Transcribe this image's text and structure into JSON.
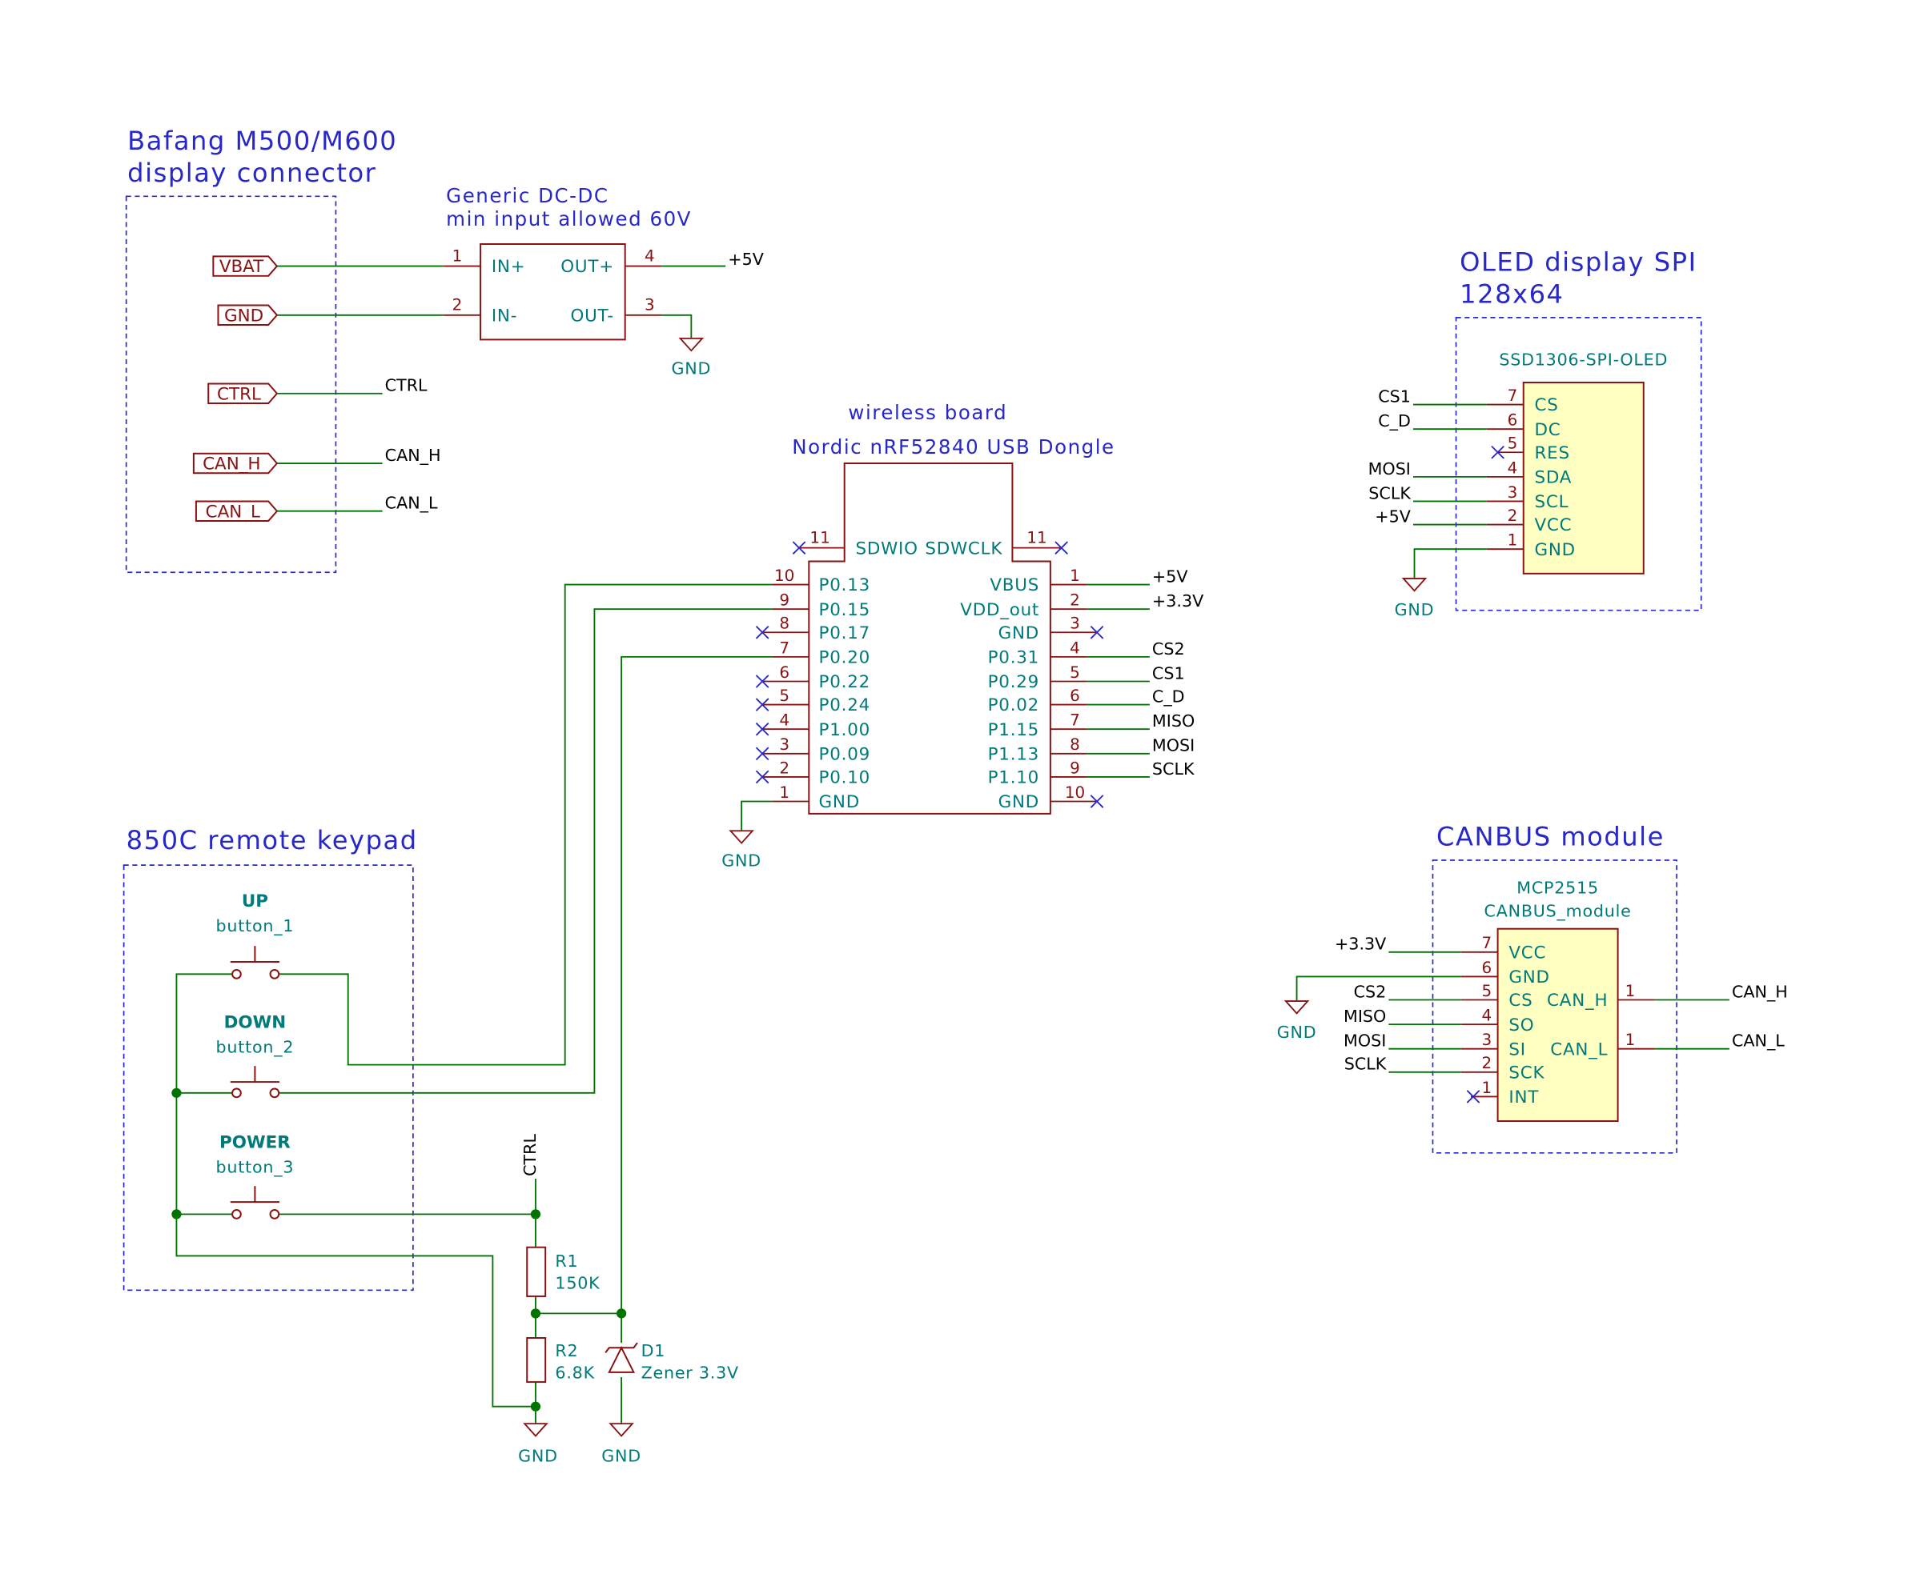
{
  "groups": {
    "display_connector": {
      "line1": "Bafang M500/M600",
      "line2": "display connector"
    },
    "oled": {
      "line1": "OLED display SPI",
      "line2": "128x64"
    },
    "canbus": {
      "title": "CANBUS module"
    },
    "keypad": {
      "title": "850C remote keypad"
    }
  },
  "connector_labels": [
    "VBAT",
    "GND",
    "CTRL",
    "CAN_H",
    "CAN_L"
  ],
  "connector_nets": {
    "ctrl": "CTRL",
    "can_h": "CAN_H",
    "can_l": "CAN_L"
  },
  "dcdc": {
    "line1": "Generic DC-DC",
    "line2": "min input allowed 60V",
    "pins": [
      {
        "num": "1",
        "name": "IN+"
      },
      {
        "num": "2",
        "name": "IN-"
      },
      {
        "num": "4",
        "name": "OUT+"
      },
      {
        "num": "3",
        "name": "OUT-"
      }
    ],
    "out_net": "+5V"
  },
  "power": {
    "gnd": "GND"
  },
  "nrf": {
    "ref": "wireless board",
    "value": "Nordic nRF52840 USB Dongle",
    "top_pins": [
      {
        "num": "11",
        "name": "SDWIO"
      },
      {
        "num": "11",
        "name": "SDWCLK"
      }
    ],
    "left_pins": [
      {
        "num": "10",
        "name": "P0.13"
      },
      {
        "num": "9",
        "name": "P0.15"
      },
      {
        "num": "8",
        "name": "P0.17"
      },
      {
        "num": "7",
        "name": "P0.20"
      },
      {
        "num": "6",
        "name": "P0.22"
      },
      {
        "num": "5",
        "name": "P0.24"
      },
      {
        "num": "4",
        "name": "P1.00"
      },
      {
        "num": "3",
        "name": "P0.09"
      },
      {
        "num": "2",
        "name": "P0.10"
      },
      {
        "num": "1",
        "name": "GND"
      }
    ],
    "right_pins": [
      {
        "num": "1",
        "name": "VBUS",
        "net": "+5V"
      },
      {
        "num": "2",
        "name": "VDD_out",
        "net": "+3.3V"
      },
      {
        "num": "3",
        "name": "GND",
        "net": ""
      },
      {
        "num": "4",
        "name": "P0.31",
        "net": "CS2"
      },
      {
        "num": "5",
        "name": "P0.29",
        "net": "CS1"
      },
      {
        "num": "6",
        "name": "P0.02",
        "net": "C_D"
      },
      {
        "num": "7",
        "name": "P1.15",
        "net": "MISO"
      },
      {
        "num": "8",
        "name": "P1.13",
        "net": "MOSI"
      },
      {
        "num": "9",
        "name": "P1.10",
        "net": "SCLK"
      },
      {
        "num": "10",
        "name": "GND",
        "net": ""
      }
    ]
  },
  "oled_module": {
    "value": "SSD1306-SPI-OLED",
    "pins": [
      {
        "num": "7",
        "name": "CS",
        "net": "CS1"
      },
      {
        "num": "6",
        "name": "DC",
        "net": "C_D"
      },
      {
        "num": "5",
        "name": "RES",
        "net": ""
      },
      {
        "num": "4",
        "name": "SDA",
        "net": "MOSI"
      },
      {
        "num": "3",
        "name": "SCL",
        "net": "SCLK"
      },
      {
        "num": "2",
        "name": "VCC",
        "net": "+5V"
      },
      {
        "num": "1",
        "name": "GND",
        "net": ""
      }
    ]
  },
  "can_module": {
    "ref": "MCP2515",
    "value": "CANBUS_module",
    "left_pins": [
      {
        "num": "7",
        "name": "VCC",
        "net": "+3.3V"
      },
      {
        "num": "6",
        "name": "GND",
        "net": ""
      },
      {
        "num": "5",
        "name": "CS",
        "net": "CS2"
      },
      {
        "num": "4",
        "name": "SO",
        "net": "MISO"
      },
      {
        "num": "3",
        "name": "SI",
        "net": "MOSI"
      },
      {
        "num": "2",
        "name": "SCK",
        "net": "SCLK"
      },
      {
        "num": "1",
        "name": "INT",
        "net": ""
      }
    ],
    "right_pins": [
      {
        "num": "1",
        "name": "CAN_H",
        "net": "CAN_H"
      },
      {
        "num": "1",
        "name": "CAN_L",
        "net": "CAN_L"
      }
    ]
  },
  "buttons": [
    {
      "label": "UP",
      "ref": "button_1"
    },
    {
      "label": "DOWN",
      "ref": "button_2"
    },
    {
      "label": "POWER",
      "ref": "button_3"
    }
  ],
  "ctrl_net": "CTRL",
  "resistors": [
    {
      "ref": "R1",
      "value": "150K"
    },
    {
      "ref": "R2",
      "value": "6.8K"
    }
  ],
  "diode": {
    "ref": "D1",
    "value": "Zener 3.3V"
  }
}
